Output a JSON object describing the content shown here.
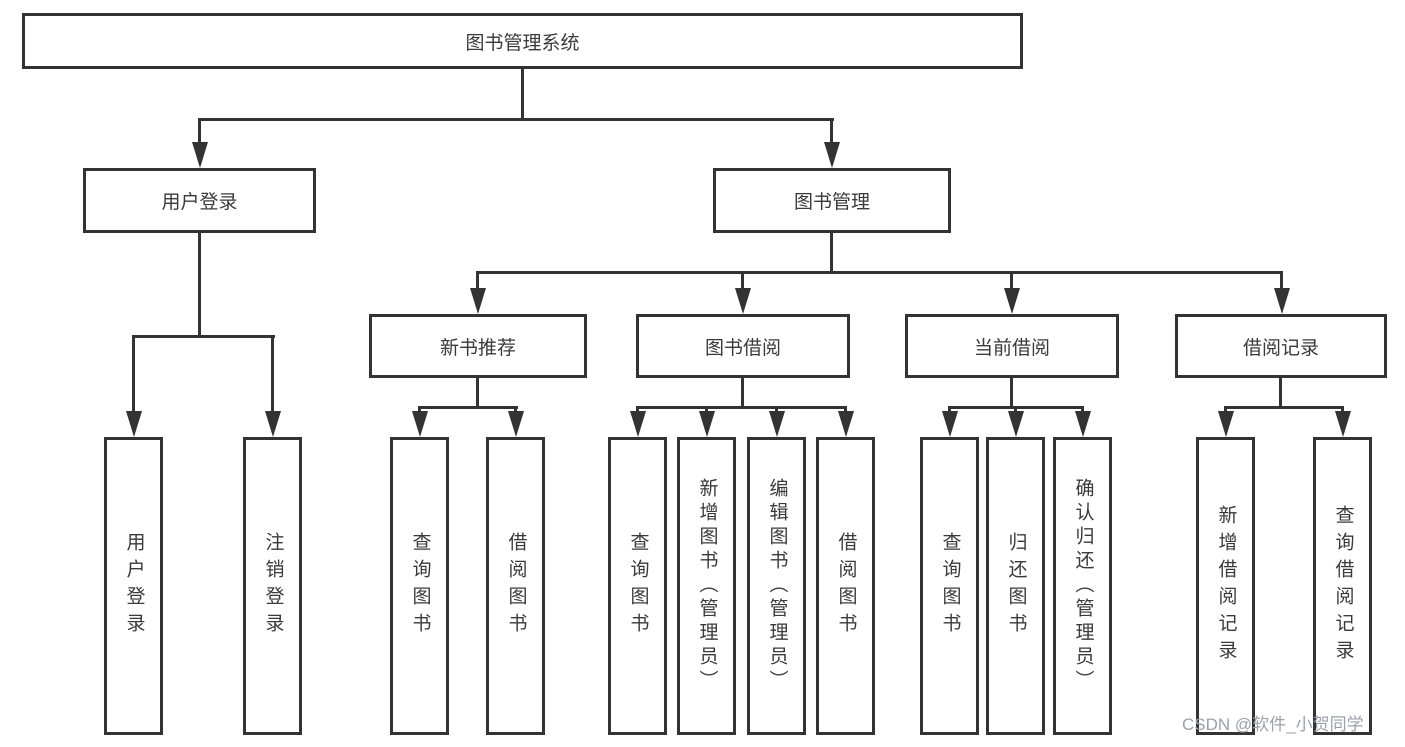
{
  "tree": {
    "root": {
      "label": "图书管理系统"
    },
    "level2": [
      {
        "label": "用户登录",
        "children": [
          {
            "label": "用户登录"
          },
          {
            "label": "注销登录"
          }
        ]
      },
      {
        "label": "图书管理",
        "children": [
          {
            "label": "新书推荐",
            "children": [
              {
                "label": "查询图书"
              },
              {
                "label": "借阅图书"
              }
            ]
          },
          {
            "label": "图书借阅",
            "children": [
              {
                "label": "查询图书"
              },
              {
                "label": "新增图书（管理员）"
              },
              {
                "label": "编辑图书（管理员）"
              },
              {
                "label": "借阅图书"
              }
            ]
          },
          {
            "label": "当前借阅",
            "children": [
              {
                "label": "查询图书"
              },
              {
                "label": "归还图书"
              },
              {
                "label": "确认归还（管理员）"
              }
            ]
          },
          {
            "label": "借阅记录",
            "children": [
              {
                "label": "新增借阅记录"
              },
              {
                "label": "查询借阅记录"
              }
            ]
          }
        ]
      }
    ]
  },
  "watermark": {
    "text": "CSDN @软件_小贺同学"
  },
  "colors": {
    "line": "#333333",
    "box_background": "#ffffff",
    "text": "#3a3a3a",
    "watermark_text": "#9da0ab"
  }
}
